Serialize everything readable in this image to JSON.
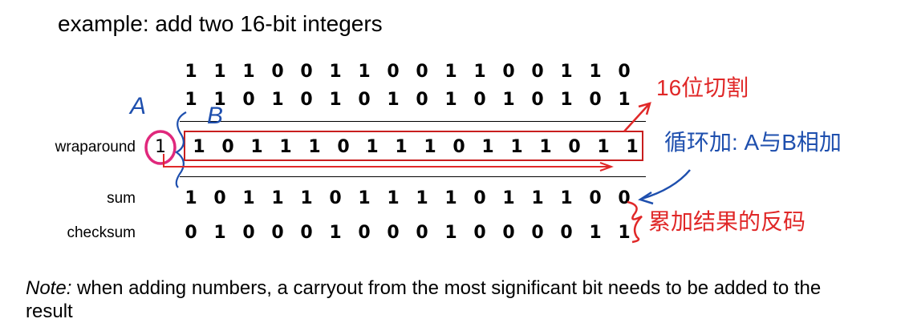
{
  "title": "example: add two 16-bit integers",
  "operand1": [
    "1",
    "1",
    "1",
    "0",
    "0",
    "1",
    "1",
    "0",
    "0",
    "1",
    "1",
    "0",
    "0",
    "1",
    "1",
    "0"
  ],
  "operand2": [
    "1",
    "1",
    "0",
    "1",
    "0",
    "1",
    "0",
    "1",
    "0",
    "1",
    "0",
    "1",
    "0",
    "1",
    "0",
    "1"
  ],
  "wraparound": {
    "label": "wraparound",
    "carry": "1",
    "bits": [
      "1",
      "0",
      "1",
      "1",
      "1",
      "0",
      "1",
      "1",
      "1",
      "0",
      "1",
      "1",
      "1",
      "0",
      "1",
      "1"
    ]
  },
  "sum": {
    "label": "sum",
    "bits": [
      "1",
      "0",
      "1",
      "1",
      "1",
      "0",
      "1",
      "1",
      "1",
      "1",
      "0",
      "1",
      "1",
      "1",
      "0",
      "0"
    ]
  },
  "checksum": {
    "label": "checksum",
    "bits": [
      "0",
      "1",
      "0",
      "0",
      "0",
      "1",
      "0",
      "0",
      "0",
      "1",
      "0",
      "0",
      "0",
      "0",
      "1",
      "1"
    ]
  },
  "annotations": {
    "label_a": "A",
    "label_b": "B",
    "truncate": "16位切割",
    "circular_add": "循环加: A与B相加",
    "inverse": "累加结果的反码"
  },
  "note": {
    "prefix": "Note:",
    "text": " when adding numbers, a carryout from the most significant bit needs to be added to the result"
  },
  "colors": {
    "red": "#e02828",
    "blue": "#1e4fae",
    "magenta": "#e0287c"
  }
}
